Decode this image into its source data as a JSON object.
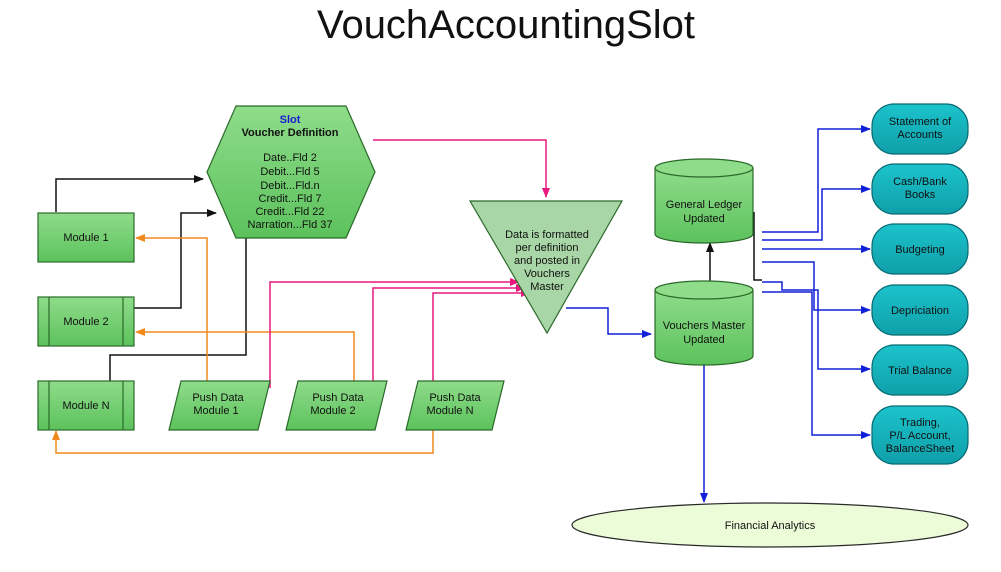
{
  "title": "VouchAccountingSlot",
  "slot": {
    "heading": "Slot",
    "subheading": "Voucher Definition",
    "fields": [
      "Date..Fld 2",
      "Debit...Fld 5",
      "Debit...Fld.n",
      "Credit...Fld 7",
      "Credit...Fld 22",
      "Narration...Fld 37"
    ]
  },
  "modules": {
    "module1": "Module 1",
    "module2": "Module 2",
    "moduleN": "Module N"
  },
  "push": {
    "p1": [
      "Push Data",
      "Module 1"
    ],
    "p2": [
      "Push Data",
      "Module 2"
    ],
    "pN": [
      "Push Data",
      "Module N"
    ]
  },
  "format_step": [
    "Data is formatted",
    "per definition",
    "and posted in",
    "Vouchers",
    "Master"
  ],
  "general_ledger": [
    "General Ledger",
    "Updated"
  ],
  "vouchers_master": [
    "Vouchers Master",
    "Updated"
  ],
  "financial_analytics": "Financial Analytics",
  "outputs": {
    "statement": [
      "Statement of",
      "Accounts"
    ],
    "cashbank": [
      "Cash/Bank",
      "Books"
    ],
    "budgeting": [
      "Budgeting"
    ],
    "depriciation": [
      "Depriciation"
    ],
    "trial": [
      "Trial Balance"
    ],
    "trading": [
      "Trading,",
      "P/L Account,",
      "BalanceSheet"
    ]
  },
  "colors": {
    "green_fill": "#6dcc6d",
    "green_stroke": "#2a6a2a",
    "triangle_fill": "#a9d6a6",
    "teal_fill": "#14b3bd",
    "teal_stroke": "#0a6a72",
    "analytics_fill": "#ecfbd8",
    "black_arrow": "#111111",
    "orange_arrow": "#f08a1c",
    "magenta_arrow": "#e8197c",
    "blue_arrow": "#1020d8"
  }
}
